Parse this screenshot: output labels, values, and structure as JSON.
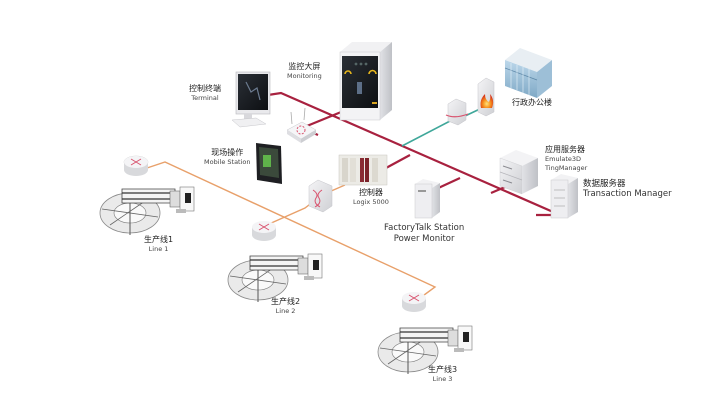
{
  "diagram": {
    "colors": {
      "backbone": "#a8213f",
      "field_network": "#e8a06a",
      "office_link": "#3fa79a",
      "router_cross": "#d9536e"
    },
    "nodes": {
      "terminal": {
        "cn": "控制终端",
        "en": "Terminal",
        "icon": "desktop-computer-icon"
      },
      "monitoring": {
        "cn": "监控大屏",
        "en": "Monitoring",
        "icon": "display-wall-icon"
      },
      "admin_building": {
        "cn": "行政办公楼",
        "icon": "office-building-icon"
      },
      "firewall": {
        "icon": "firewall-icon"
      },
      "office_switch": {
        "icon": "network-switch-icon"
      },
      "wireless_ap": {
        "icon": "wireless-router-icon"
      },
      "mobile_station": {
        "cn": "现场操作",
        "en": "Mobile Station",
        "icon": "tablet-icon"
      },
      "controller": {
        "cn": "控制器",
        "en": "Logix 5000",
        "icon": "plc-controller-icon"
      },
      "factorytalk": {
        "line1": "FactoryTalk Station",
        "line2": "Power Monitor",
        "icon": "server-tower-icon"
      },
      "app_server": {
        "cn": "应用服务器",
        "en1": "Emulate3D",
        "en2": "TingManager",
        "icon": "rack-server-icon"
      },
      "data_server": {
        "cn": "数据服务器",
        "en": "Transaction Manager",
        "icon": "server-tower-icon"
      },
      "core_switch": {
        "icon": "layer3-switch-icon"
      },
      "line1": {
        "cn": "生产线1",
        "en": "Line 1",
        "icon": "production-line-icon"
      },
      "line2": {
        "cn": "生产线2",
        "en": "Line 2",
        "icon": "production-line-icon"
      },
      "line3": {
        "cn": "生产线3",
        "en": "Line 3",
        "icon": "production-line-icon"
      }
    }
  }
}
